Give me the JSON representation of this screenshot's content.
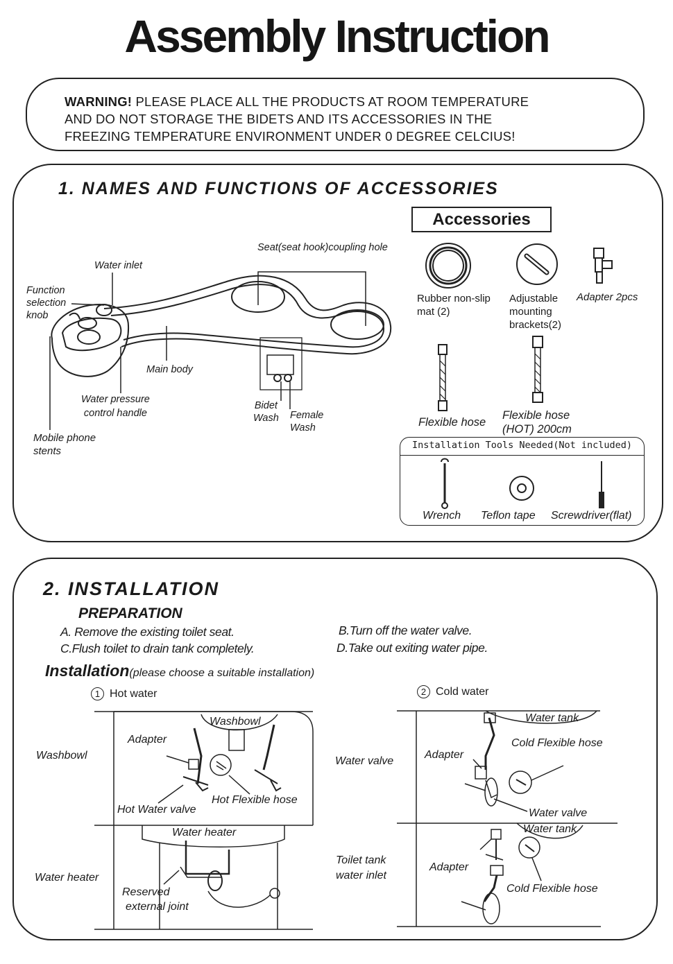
{
  "title": "Assembly Instruction",
  "warning": {
    "prefix": "WARNING!",
    "line1": "PLEASE PLACE  ALL THE PRODUCTS  AT ROOM  TEMPERATURE",
    "line2": "AND DO NOT  STORAGE  THE BIDETS  AND ITS  ACCESSORIES IN   THE",
    "line3": "FREEZING  TEMPERATURE ENVIRONMENT UNDER 0 DEGREE CELCIUS!"
  },
  "section1": {
    "heading": "1. NAMES AND FUNCTIONS OF ACCESSORIES",
    "labels": {
      "seat_hole": "Seat(seat hook)coupling hole",
      "water_inlet": "Water inlet",
      "function_knob_1": "Function",
      "function_knob_2": "selection",
      "function_knob_3": "knob",
      "main_body": "Main body",
      "pressure_1": "Water pressure",
      "pressure_2": "control handle",
      "bidet_wash_1": "Bidet",
      "bidet_wash_2": "Wash",
      "female_wash_1": "Female",
      "female_wash_2": "Wash",
      "phone_1": "Mobile phone",
      "phone_2": "stents"
    },
    "accessories": {
      "title": "Accessories",
      "items": [
        {
          "line1": "Rubber  non-slip",
          "line2": "mat (2)"
        },
        {
          "line1": "Adjustable",
          "line2": "mounting",
          "line3": "brackets(2)"
        },
        {
          "line1": "Adapter 2pcs"
        },
        {
          "line1": "Flexible hose"
        },
        {
          "line1": "Flexible hose",
          "line2": "(HOT) 200cm"
        }
      ]
    },
    "tools": {
      "title": "Installation Tools Needed(Not included)",
      "items": [
        "Wrench",
        "Teflon tape",
        "Screwdriver(flat)"
      ]
    }
  },
  "section2": {
    "heading": "2. INSTALLATION",
    "preparation": "PREPARATION",
    "steps": {
      "a": "A. Remove the existing toilet seat.",
      "b": "B.Turn off the water valve.",
      "c": "C.Flush toilet to drain tank completely.",
      "d": "D.Take out exiting water pipe."
    },
    "installation": "Installation",
    "installation_note": "(please choose a suitable installation)",
    "hot": {
      "num": "1",
      "label": "Hot water",
      "rows": [
        {
          "name": "Washbowl",
          "diagram_title": "Washbowl",
          "callouts": [
            "Adapter",
            "Hot Water valve",
            "Hot Flexible hose"
          ]
        },
        {
          "name": "Water heater",
          "diagram_title": "Water heater",
          "callouts": [
            "Reserved",
            "external joint"
          ]
        }
      ]
    },
    "cold": {
      "num": "2",
      "label": "Cold water",
      "rows": [
        {
          "name": "Water valve",
          "diagram_title": "Water tank",
          "callouts": [
            "Adapter",
            "Cold Flexible hose",
            "Water valve"
          ]
        },
        {
          "name_1": "Toilet tank",
          "name_2": "water inlet",
          "diagram_title": "Water tank",
          "callouts": [
            "Adapter",
            "Cold Flexible hose"
          ]
        }
      ]
    }
  }
}
